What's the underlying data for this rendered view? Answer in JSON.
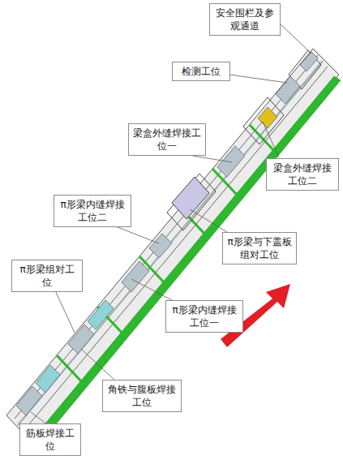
{
  "diagram": {
    "nodes": [
      {
        "text": [
          "安全围栏及参观通道"
        ]
      },
      {
        "text": [
          "检测工位"
        ]
      },
      {
        "text": [
          "梁盒外缝焊接工位一"
        ]
      },
      {
        "text": [
          "梁盒外缝焊接工位二"
        ]
      },
      {
        "text": [
          "π形梁内缝焊接工位二"
        ]
      },
      {
        "text": [
          "π形梁与下盖板组对工位"
        ]
      },
      {
        "text": [
          "π形梁组对工位"
        ]
      },
      {
        "text": [
          "π形梁内缝焊接工位一"
        ]
      },
      {
        "text": [
          "角铁与腹板焊接工位"
        ]
      },
      {
        "text": [
          "筋板焊接工位"
        ]
      }
    ]
  }
}
